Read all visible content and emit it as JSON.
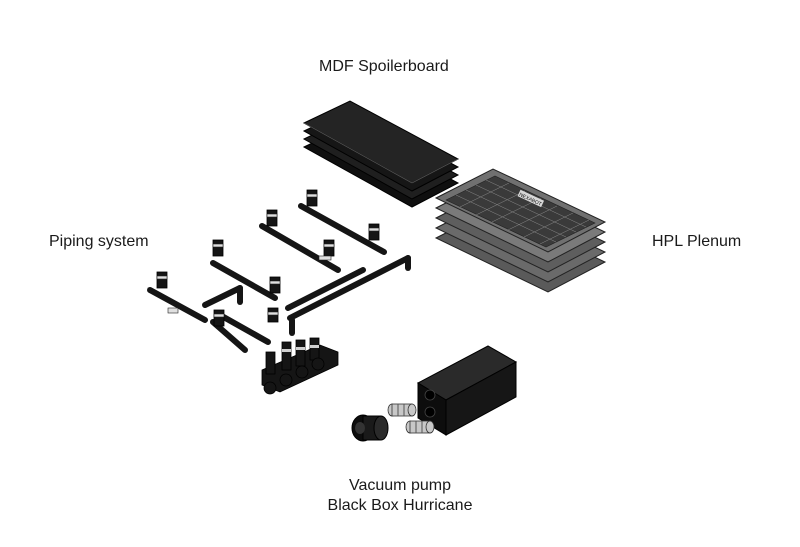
{
  "labels": {
    "mdf": "MDF Spoilerboard",
    "piping": "Piping system",
    "hpl": "HPL Plenum",
    "vacuum_line1": "Vacuum pump",
    "vacuum_line2": "Black Box Hurricane"
  },
  "plenum_brand": "NEXABOT",
  "colors": {
    "mdf": "#1c1c1c",
    "hpl": "#6e6e6e",
    "pipe": "#151515",
    "background": "#ffffff"
  }
}
